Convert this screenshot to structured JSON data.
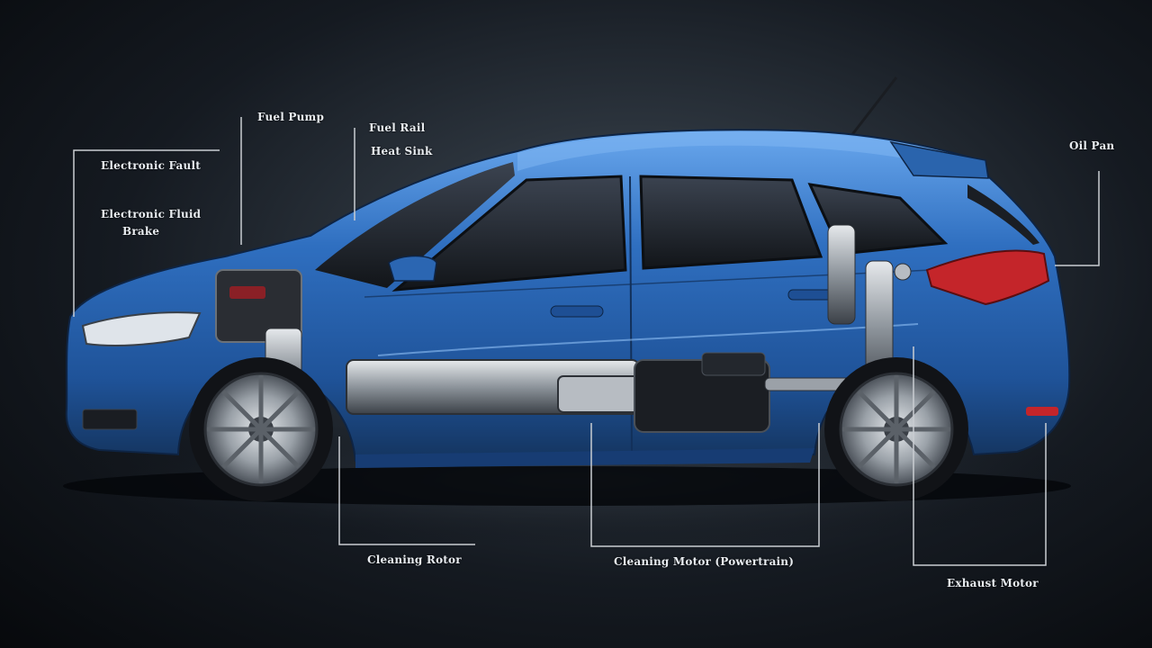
{
  "labels": {
    "top_left_1": "Fuel Pump",
    "top_mid_1": "Fuel Rail",
    "top_mid_2": "Heat Sink",
    "left_1": "Electronic Fault",
    "left_2": "Electronic Fluid",
    "left_3": "Brake",
    "top_right": "Oil Pan",
    "bottom_1": "Cleaning Rotor",
    "bottom_2": "Cleaning Motor (Powertrain)",
    "bottom_3": "Exhaust Motor"
  },
  "colors": {
    "body": "#2f6fc0",
    "body_highlight": "#5a9be3",
    "body_shadow": "#173c73",
    "glass": "#1c2027",
    "taillight": "#c4252a",
    "chassis": "#b7bcc2",
    "leader_line": "#c9cdd2"
  }
}
